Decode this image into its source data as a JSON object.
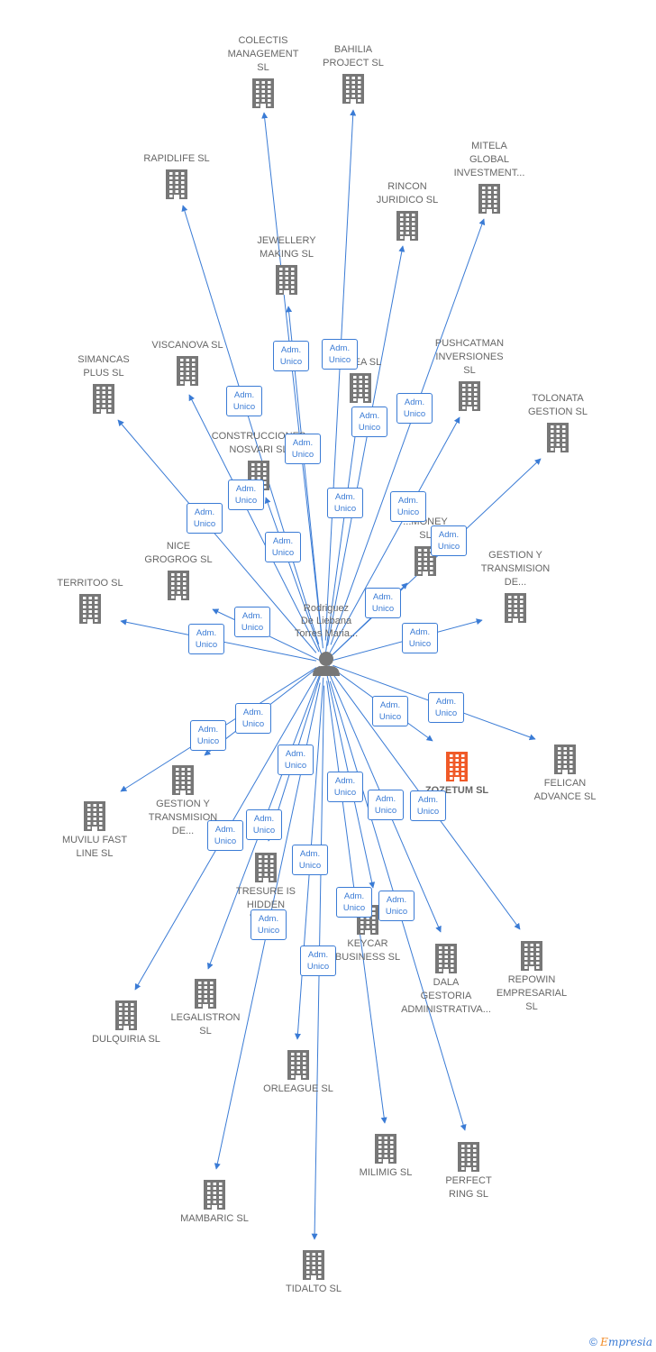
{
  "center": {
    "label": "Rodriguez\nDe Liebana\nTorres Maria..."
  },
  "badge": {
    "line1": "Adm.",
    "line2": "Unico"
  },
  "companies": [
    {
      "label": "COLECTIS\nMANAGEMENT\nSL",
      "highlight": false
    },
    {
      "label": "BAHILIA\nPROJECT SL",
      "highlight": false
    },
    {
      "label": "RAPIDLIFE SL",
      "highlight": false
    },
    {
      "label": "MITELA\nGLOBAL\nINVESTMENT...",
      "highlight": false
    },
    {
      "label": "RINCON\nJURIDICO SL",
      "highlight": false
    },
    {
      "label": "JEWELLERY\nMAKING SL",
      "highlight": false
    },
    {
      "label": "SIMANCAS\nPLUS SL",
      "highlight": false
    },
    {
      "label": "VISCANOVA SL",
      "highlight": false
    },
    {
      "label": "...TEA SL",
      "highlight": false
    },
    {
      "label": "PUSHCATMAN\nINVERSIONES\nSL",
      "highlight": false
    },
    {
      "label": "TOLONATA\nGESTION SL",
      "highlight": false
    },
    {
      "label": "CONSTRUCCIONES\nNOSVARI SL",
      "highlight": false
    },
    {
      "label": "...MONEY\nSL",
      "highlight": false
    },
    {
      "label": "NICE\nGROGROG SL",
      "highlight": false
    },
    {
      "label": "GESTION Y\nTRANSMISION\nDE...",
      "highlight": false
    },
    {
      "label": "TERRITOO SL",
      "highlight": false
    },
    {
      "label": "ZOZETUM SL",
      "highlight": true
    },
    {
      "label": "FELICAN\nADVANCE SL",
      "highlight": false
    },
    {
      "label": "GESTION Y\nTRANSMISION\nDE...",
      "highlight": false
    },
    {
      "label": "MUVILU FAST\nLINE SL",
      "highlight": false
    },
    {
      "label": "TRESURE IS\nHIDDEN\nW... SL",
      "highlight": false
    },
    {
      "label": "KEYCAR\nBUSINESS SL",
      "highlight": false
    },
    {
      "label": "DALA\nGESTORIA\nADMINISTRATIVA...",
      "highlight": false
    },
    {
      "label": "REPOWIN\nEMPRESARIAL\nSL",
      "highlight": false
    },
    {
      "label": "LEGALISTRON\nSL",
      "highlight": false
    },
    {
      "label": "DULQUIRIA SL",
      "highlight": false
    },
    {
      "label": "ORLEAGUE SL",
      "highlight": false
    },
    {
      "label": "MILIMIG SL",
      "highlight": false
    },
    {
      "label": "PERFECT\nRING SL",
      "highlight": false
    },
    {
      "label": "MAMBARIC SL",
      "highlight": false
    },
    {
      "label": "TIDALTO SL",
      "highlight": false
    }
  ],
  "footer": {
    "copyright": "©",
    "brand_first": "E",
    "brand_rest": "mpresia"
  },
  "colors": {
    "edge": "#3a7bd5",
    "building": "#777777",
    "highlight": "#f05a28",
    "text": "#666666"
  },
  "icons": {
    "company": "building-icon",
    "person": "person-icon"
  }
}
